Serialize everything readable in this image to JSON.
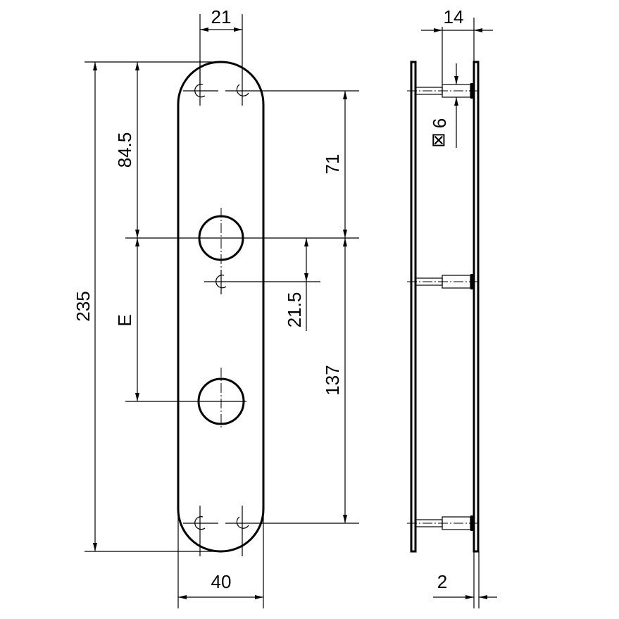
{
  "title": "Door handle escutcheon plate technical drawing",
  "dimensions": {
    "top_hole_spacing": "21",
    "overall_length": "235",
    "top_to_handle": "84.5",
    "handle_to_key": "E",
    "screw_to_handle": "71",
    "handle_to_small_hole": "21.5",
    "handle_to_bottom_screw": "137",
    "plate_width": "40",
    "stud_depth": "14",
    "stud_size": "6",
    "stud_size_symbol": "⊠",
    "plate_thickness": "2"
  }
}
